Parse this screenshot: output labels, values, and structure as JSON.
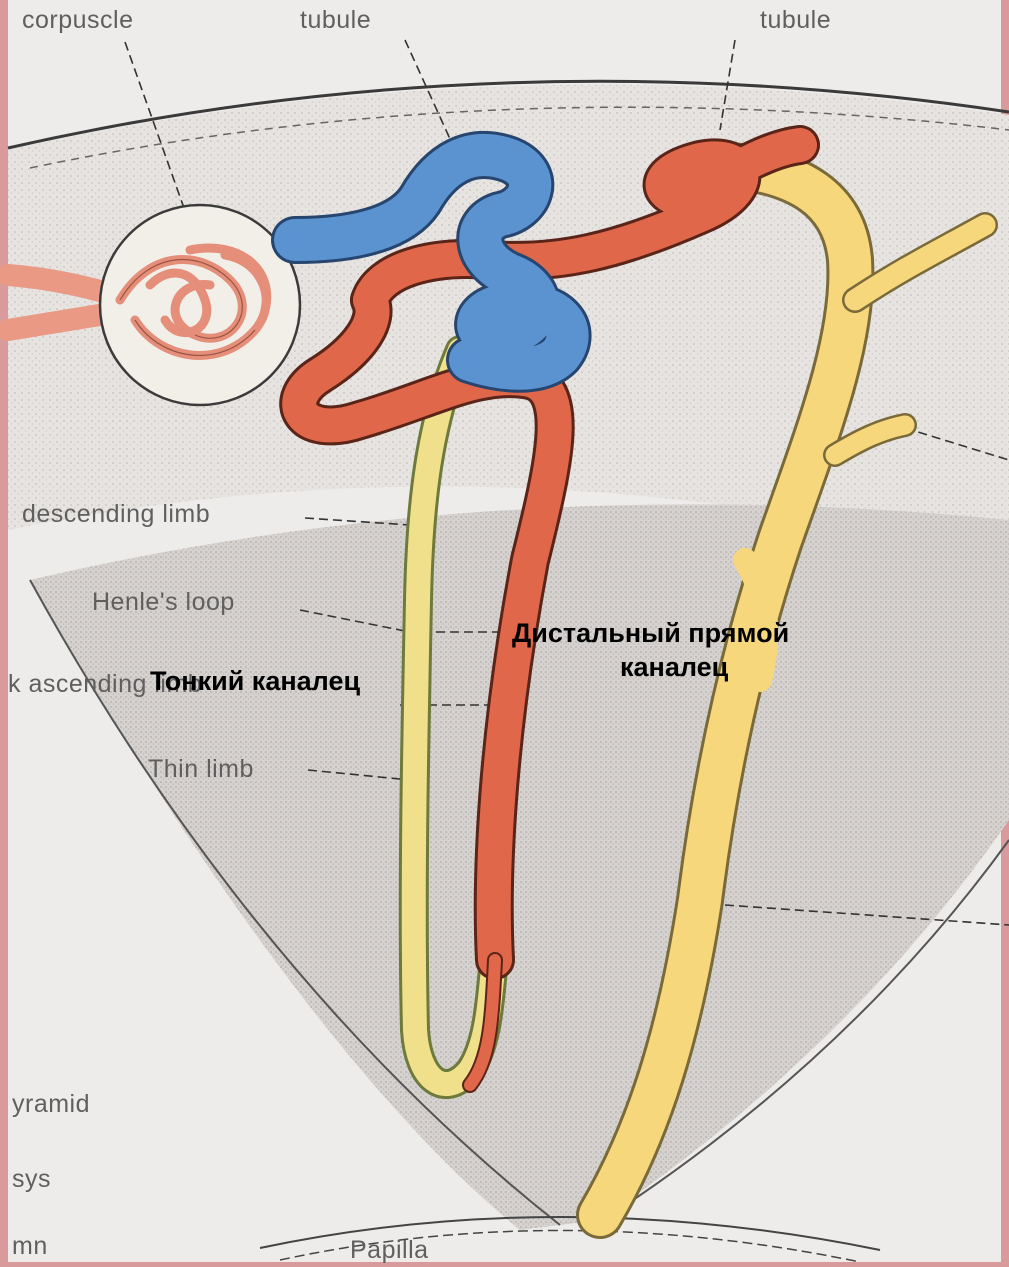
{
  "labels_scanned": {
    "corpuscle": "corpuscle",
    "tubule_left": "tubule",
    "tubule_right": "tubule",
    "descending_limb": "descending limb",
    "henles_loop": "Henle's loop",
    "thick_ascending": "k ascending limb",
    "thin_limb": "Thin limb",
    "pyramid": "yramid",
    "calyx": "sys",
    "column": "mn",
    "papilla": "Papilla"
  },
  "labels_overlay": {
    "thin_tubule": "Тонкий каналец",
    "distal_straight_line1": "Дистальный  прямой",
    "distal_straight_line2": "каналец"
  },
  "colors": {
    "frame": "#d99a9b",
    "cortex": "#e7e5e2",
    "medulla": "#d4d0ce",
    "proximal_tubule_blue": "#5a93cf",
    "distal_tubule_red": "#e0674a",
    "collecting_duct_yellow": "#f6d77c",
    "glomerulus": "#ec9f8a"
  }
}
